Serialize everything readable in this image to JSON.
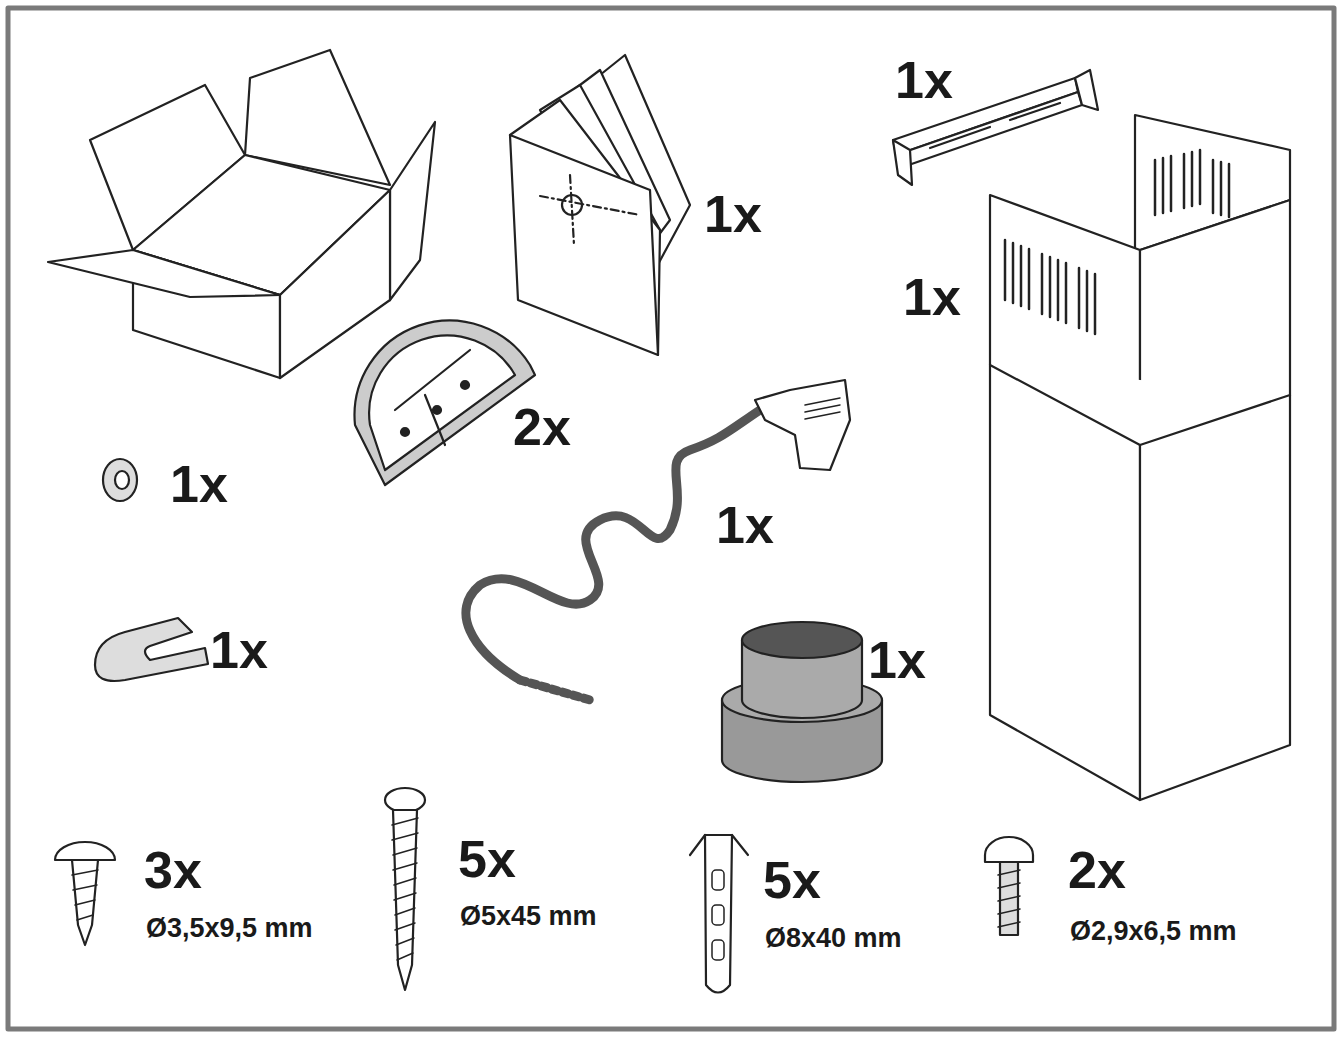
{
  "diagram": {
    "labels": [
      "1x",
      "1x",
      "1x",
      "2x",
      "1x",
      "1x",
      "1x",
      "1x",
      "3x",
      "Ø3,5x9,5 mm",
      "5x",
      "Ø5x45 mm",
      "5x",
      "Ø8x40 mm",
      "2x",
      "Ø2,9x6,5 mm"
    ]
  }
}
